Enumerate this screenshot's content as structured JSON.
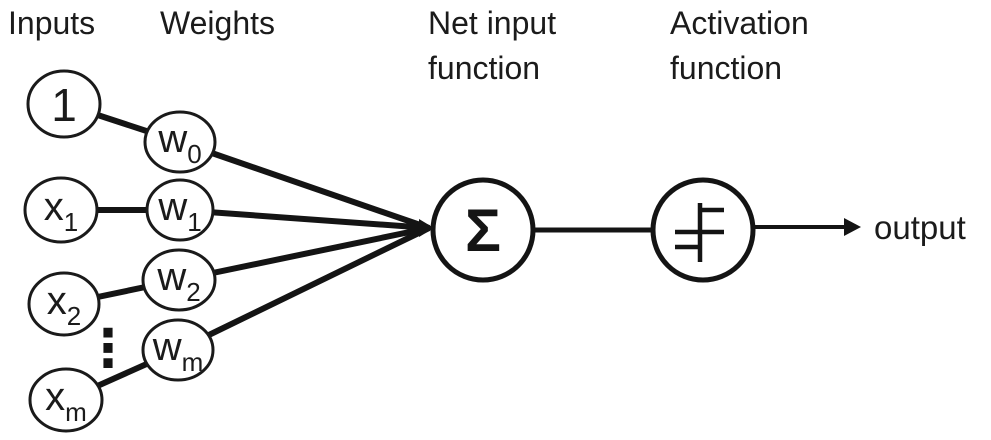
{
  "headers": {
    "inputs": "Inputs",
    "weights": "Weights",
    "net_input": [
      "Net input",
      "function"
    ],
    "activation": [
      "Activation",
      "function"
    ]
  },
  "nodes": {
    "bias": {
      "label": "1"
    },
    "x1": {
      "base": "x",
      "sub": "1"
    },
    "x2": {
      "base": "x",
      "sub": "2"
    },
    "xm": {
      "base": "x",
      "sub": "m"
    },
    "w0": {
      "base": "w",
      "sub": "0"
    },
    "w1": {
      "base": "w",
      "sub": "1"
    },
    "w2": {
      "base": "w",
      "sub": "2"
    },
    "wm": {
      "base": "w",
      "sub": "m"
    },
    "sum": {
      "label": "Σ"
    }
  },
  "ellipsis": "⋮",
  "output_label": "output",
  "colors": {
    "ink": "#1b1b1b",
    "line": "#141414",
    "background": "#ffffff"
  }
}
